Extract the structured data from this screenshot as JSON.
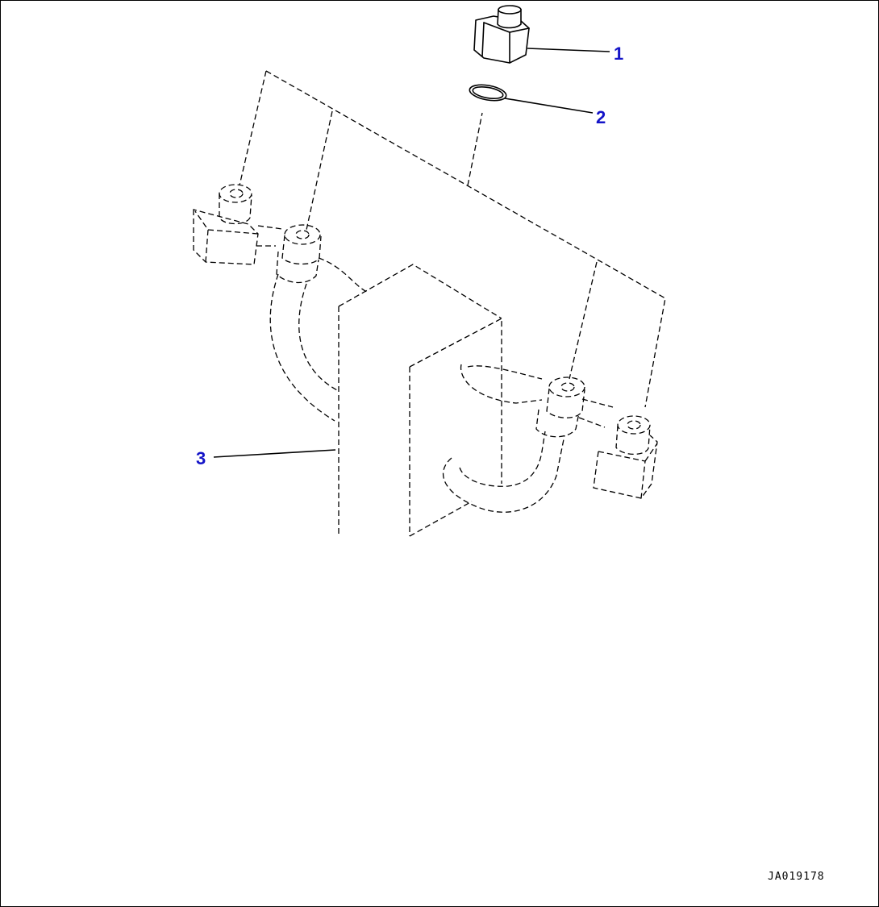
{
  "callouts": {
    "one": "1",
    "two": "2",
    "three": "3"
  },
  "drawing_code": "JA019178",
  "colors": {
    "callout": "#1414c8",
    "line": "#000000",
    "background": "#ffffff"
  }
}
